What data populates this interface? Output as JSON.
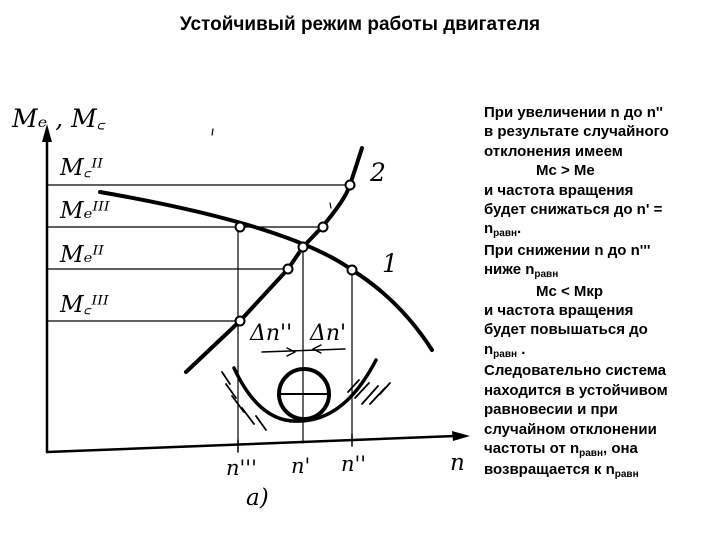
{
  "title": "Устойчивый режим работы двигателя",
  "diagram": {
    "y_axis_label": "Mₑ , M꜀",
    "x_axis_label": "n",
    "y_ticks": [
      "M꜀ᴵᴵ",
      "Mₑᴵᴵᴵ",
      "Mₑᴵᴵ",
      "M꜀ᴵᴵᴵ"
    ],
    "x_ticks": [
      "n'''",
      "n'",
      "n''"
    ],
    "curve_labels": [
      "2",
      "1"
    ],
    "delta_labels": [
      "Δn''",
      "Δn'"
    ],
    "caption": "а)"
  },
  "text": {
    "l1": "При увеличении n до n''",
    "l2": "в результате случайного",
    "l3": "отклонения имеем",
    "l4": "Mc > Me",
    "l5": "и частота вращения",
    "l6": "будет снижаться до n' =",
    "l7_main": "n",
    "l7_sub": "равн",
    "l7_tail": ".",
    "l8": "При снижении n до n'''",
    "l9_main": "ниже n",
    "l9_sub": "равн",
    "l10": "Mc < Mкр",
    "l11": "и частота вращения",
    "l12": "будет повышаться до",
    "l13_main": "n",
    "l13_sub": "равн",
    "l13_tail": " .",
    "l14": "Следовательно система",
    "l15": "находится в устойчивом",
    "l16": "равновесии и при",
    "l17": "случайном отклонении",
    "l18_main": "частоты от n",
    "l18_sub": "равн",
    "l18_tail": ", она",
    "l19_main": "возвращается  к n",
    "l19_sub": "равн"
  }
}
